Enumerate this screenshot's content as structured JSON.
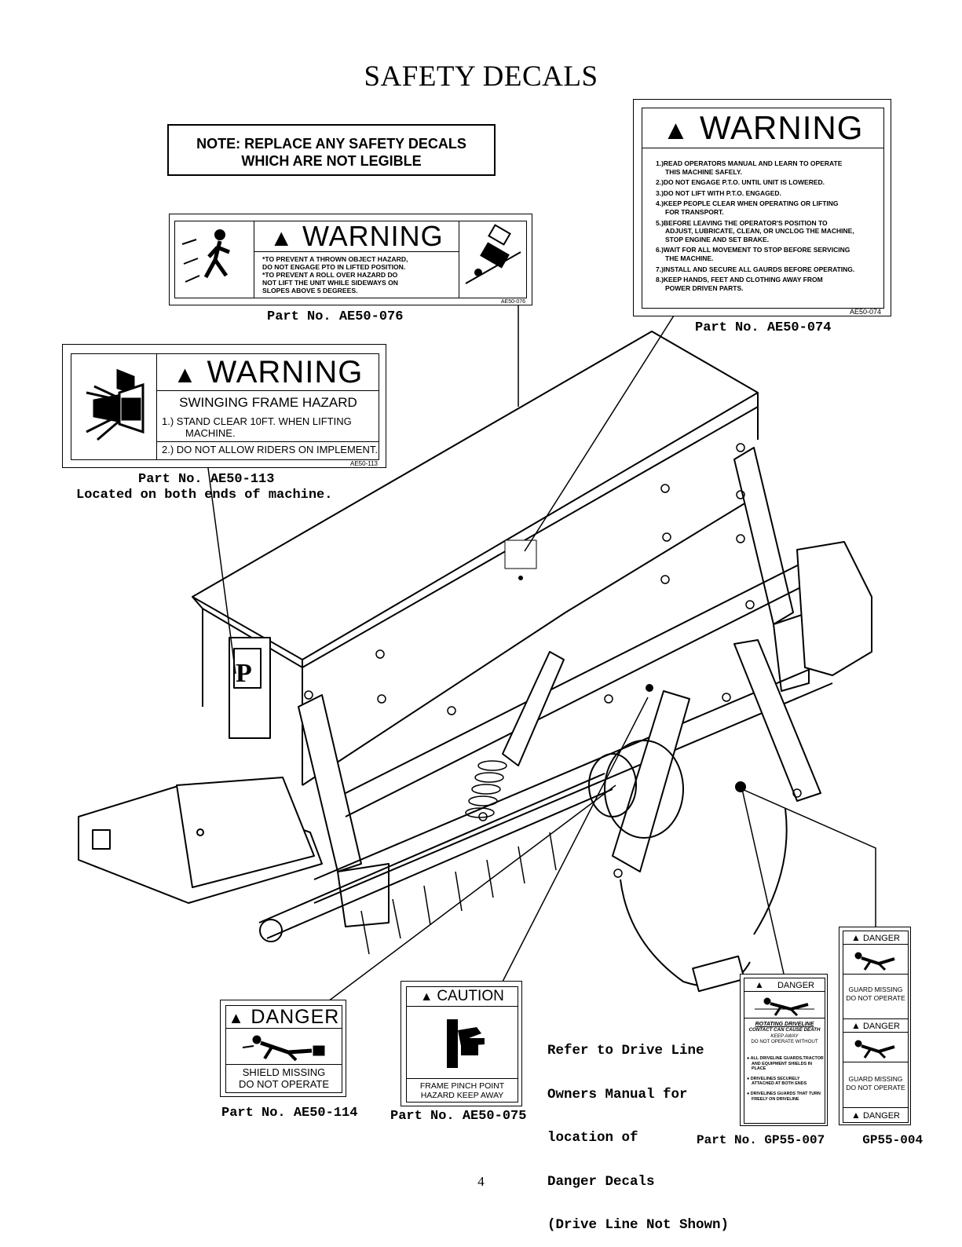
{
  "page_title": "SAFETY DECALS",
  "note": {
    "line1": "NOTE: REPLACE ANY SAFETY DECALS",
    "line2": "WHICH ARE NOT LEGIBLE"
  },
  "decal_076": {
    "heading": "WARNING",
    "lines": [
      "*TO PREVENT A THROWN OBJECT HAZARD,",
      "DO NOT ENGAGE PTO IN LIFTED POSITION.",
      "*TO PREVENT A ROLL OVER HAZARD DO",
      "NOT LIFT THE UNIT WHILE SIDEWAYS ON",
      "SLOPES ABOVE 5 DEGREES."
    ],
    "code": "AE50-076",
    "caption": "Part No. AE50-076"
  },
  "decal_074": {
    "heading": "WARNING",
    "items": [
      "1.)READ OPERATORS MANUAL AND LEARN TO OPERATE",
      "THIS MACHINE SAFELY.",
      "2.)DO NOT ENGAGE P.T.O. UNTIL UNIT IS LOWERED.",
      "3.)DO NOT LIFT WITH P.T.O. ENGAGED.",
      "4.)KEEP PEOPLE CLEAR WHEN OPERATING OR LIFTING",
      "FOR TRANSPORT.",
      "5.)BEFORE LEAVING THE OPERATOR'S POSITION TO",
      "ADJUST, LUBRICATE, CLEAN, OR UNCLOG THE MACHINE,",
      "STOP ENGINE AND SET BRAKE.",
      "6.)WAIT FOR ALL MOVEMENT TO STOP BEFORE SERVICING",
      "THE MACHINE.",
      "7.)INSTALL AND SECURE ALL GAURDS BEFORE OPERATING.",
      "8.)KEEP HANDS, FEET AND CLOTHING AWAY FROM",
      "POWER DRIVEN PARTS."
    ],
    "code": "AE50-074",
    "caption": "Part No. AE50-074"
  },
  "decal_113": {
    "heading": "WARNING",
    "subheading": "SWINGING FRAME HAZARD",
    "line1a": "1.) STAND CLEAR 10FT. WHEN LIFTING",
    "line1b": "MACHINE.",
    "line2": "2.) DO NOT ALLOW RIDERS ON IMPLEMENT.",
    "code": "AE50-113",
    "caption1": "Part No. AE50-113",
    "caption2": "Located on both ends of machine."
  },
  "decal_114": {
    "heading": "DANGER",
    "line1": "SHIELD MISSING",
    "line2": "DO NOT OPERATE",
    "caption": "Part No. AE50-114"
  },
  "decal_075": {
    "heading": "CAUTION",
    "line1": "FRAME PINCH POINT",
    "line2": "HAZARD KEEP AWAY",
    "caption": "Part No. AE50-075"
  },
  "driveline_note": [
    "Refer to Drive Line",
    "Owners Manual for",
    "location of",
    "Danger Decals",
    "(Drive Line Not Shown)"
  ],
  "decal_gp007": {
    "heading": "DANGER",
    "title1": "ROTATING DRIVELINE",
    "title2": "CONTACT CAN CAUSE DEATH",
    "title3": "KEEP AWAY",
    "title4": "DO NOT OPERATE WITHOUT",
    "bullet1a": "ALL DRIVELINE GUARDS,TRACTOR",
    "bullet1b": "AND EQUIPMENT SHIELDS IN PLACE",
    "bullet2a": "DRIVELINES SECURELY",
    "bullet2b": "ATTACHED AT BOTH ENDS",
    "bullet3a": "DRIVELINES GUARDS THAT TURN",
    "bullet3b": "FREELY ON DRIVELINE"
  },
  "decal_gp004": {
    "heading1": "DANGER",
    "guard1a": "GUARD MISSING",
    "guard1b": "DO NOT OPERATE",
    "heading2": "DANGER",
    "guard2a": "GUARD MISSING",
    "guard2b": "DO NOT OPERATE",
    "heading3": "DANGER"
  },
  "gp_caption": "Part No. GP55-007     GP55-004",
  "page_number": "4"
}
